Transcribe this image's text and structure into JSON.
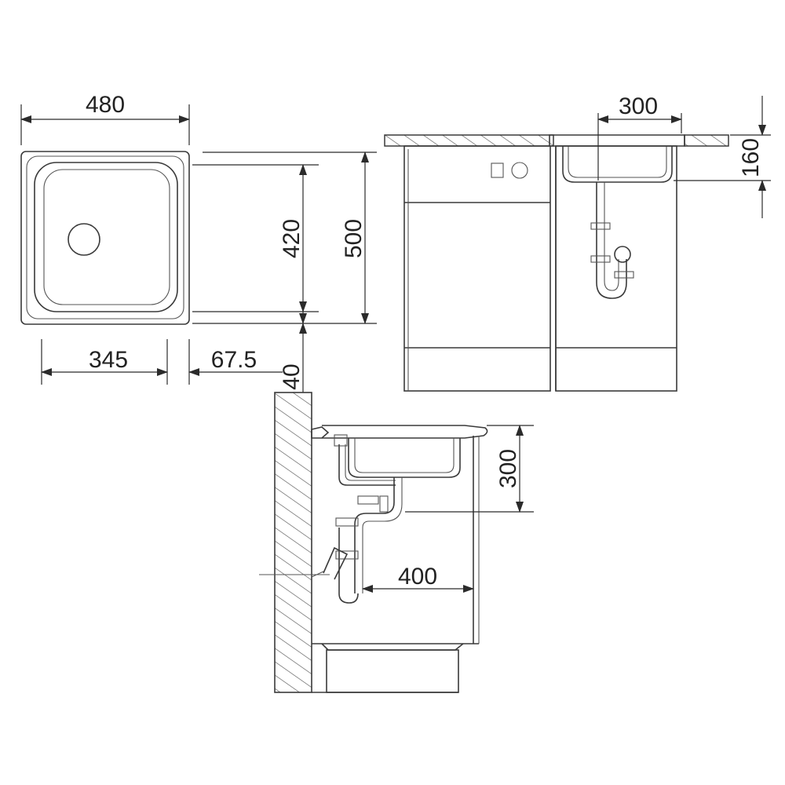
{
  "drawing": {
    "top_view": {
      "width_label": "480",
      "depth_outer_label": "500",
      "depth_bowl_label": "420",
      "drain_offset_label": "345",
      "bowl_edge_label": "67.5",
      "edge_gap_label": "40"
    },
    "front_view": {
      "bowl_width_label": "300",
      "bowl_depth_label": "160"
    },
    "side_view": {
      "bowl_depth_label": "300",
      "trap_offset_label": "400"
    }
  }
}
